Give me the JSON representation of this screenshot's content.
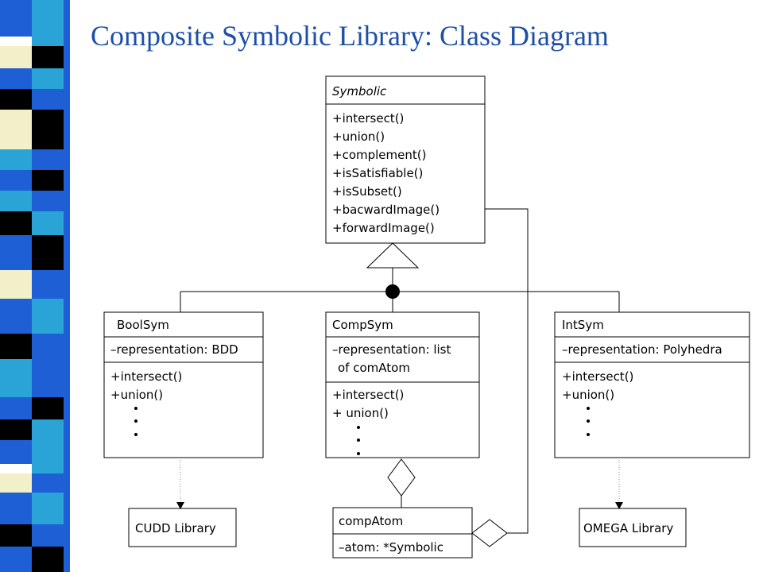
{
  "title": "Composite Symbolic Library: Class Diagram",
  "colors": {
    "title": "#1e4fa8",
    "stripes": [
      "#1f5fd6",
      "#f1f0c8",
      "#000000",
      "#2aa3d6",
      "#ffffff"
    ]
  },
  "classes": {
    "symbolic": {
      "name": "Symbolic",
      "methods": [
        "+intersect()",
        "+union()",
        "+complement()",
        "+isSatisfiable()",
        "+isSubset()",
        "+bacwardImage()",
        "+forwardImage()"
      ]
    },
    "boolsym": {
      "name": "BoolSym",
      "attribute": "–representation: BDD",
      "methods": [
        "+intersect()",
        "+union()"
      ]
    },
    "compsym": {
      "name": "CompSym",
      "attribute_lines": [
        "–representation: list",
        "of comAtom"
      ],
      "methods": [
        "+intersect()",
        "+ union()"
      ]
    },
    "intsym": {
      "name": "IntSym",
      "attribute": "–representation: Polyhedra",
      "methods": [
        "+intersect()",
        "+union()"
      ]
    },
    "compatom": {
      "name": "compAtom",
      "attribute": "–atom: *Symbolic"
    }
  },
  "libraries": {
    "cudd": "CUDD Library",
    "omega": "OMEGA Library"
  }
}
